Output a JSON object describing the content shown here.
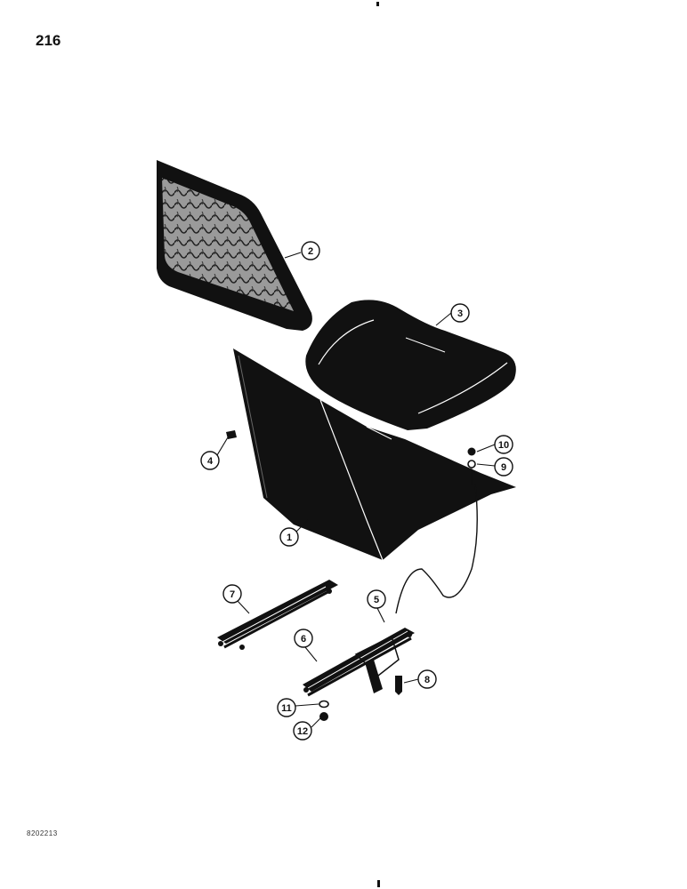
{
  "page_number": "216",
  "drawing_code": "8202213",
  "colors": {
    "ink": "#111111",
    "paper": "#ffffff",
    "fabric": "#8a8a8a"
  },
  "callouts": [
    {
      "id": "1",
      "part": "seat-pan"
    },
    {
      "id": "2",
      "part": "backrest-cushion"
    },
    {
      "id": "3",
      "part": "seat-cushion"
    },
    {
      "id": "4",
      "part": "bolt"
    },
    {
      "id": "5",
      "part": "release-lever"
    },
    {
      "id": "6",
      "part": "slide-rail-with-latch"
    },
    {
      "id": "7",
      "part": "slide-rail"
    },
    {
      "id": "8",
      "part": "bolt"
    },
    {
      "id": "9",
      "part": "washer"
    },
    {
      "id": "10",
      "part": "nut"
    },
    {
      "id": "11",
      "part": "washer"
    },
    {
      "id": "12",
      "part": "nut"
    }
  ]
}
